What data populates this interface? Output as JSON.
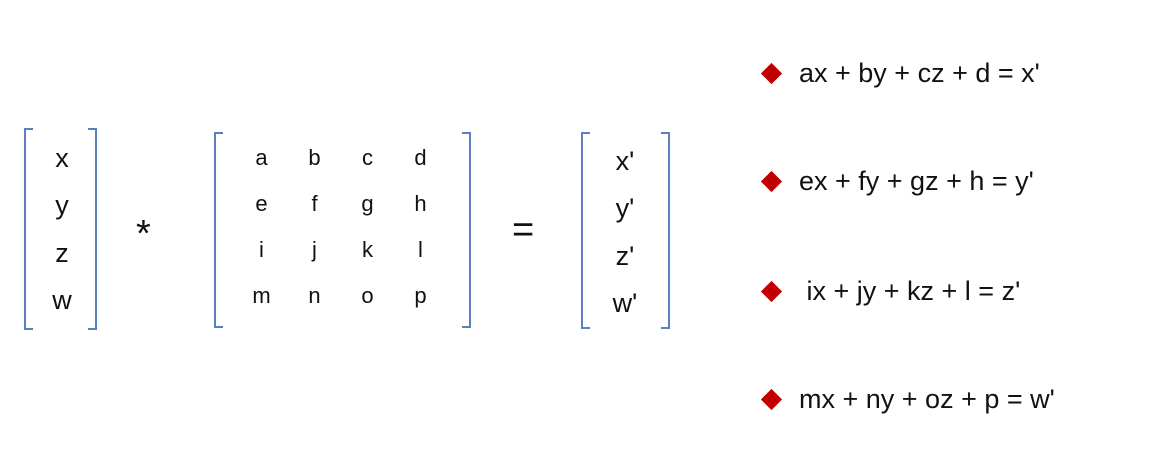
{
  "vector": [
    "x",
    "y",
    "z",
    "w"
  ],
  "operator_multiply": "*",
  "matrix": [
    [
      "a",
      "b",
      "c",
      "d"
    ],
    [
      "e",
      "f",
      "g",
      "h"
    ],
    [
      "i",
      "j",
      "k",
      "l"
    ],
    [
      "m",
      "n",
      "o",
      "p"
    ]
  ],
  "operator_equals": "=",
  "result": [
    "x'",
    "y'",
    "z'",
    "w'"
  ],
  "equations": [
    "ax + by + cz + d = x'",
    "ex + fy + gz + h = y'",
    " ix + jy + kz + l = z'",
    "mx + ny + oz + p = w'"
  ],
  "colors": {
    "bracket": "#5b7fc1",
    "bullet": "#c00000"
  }
}
